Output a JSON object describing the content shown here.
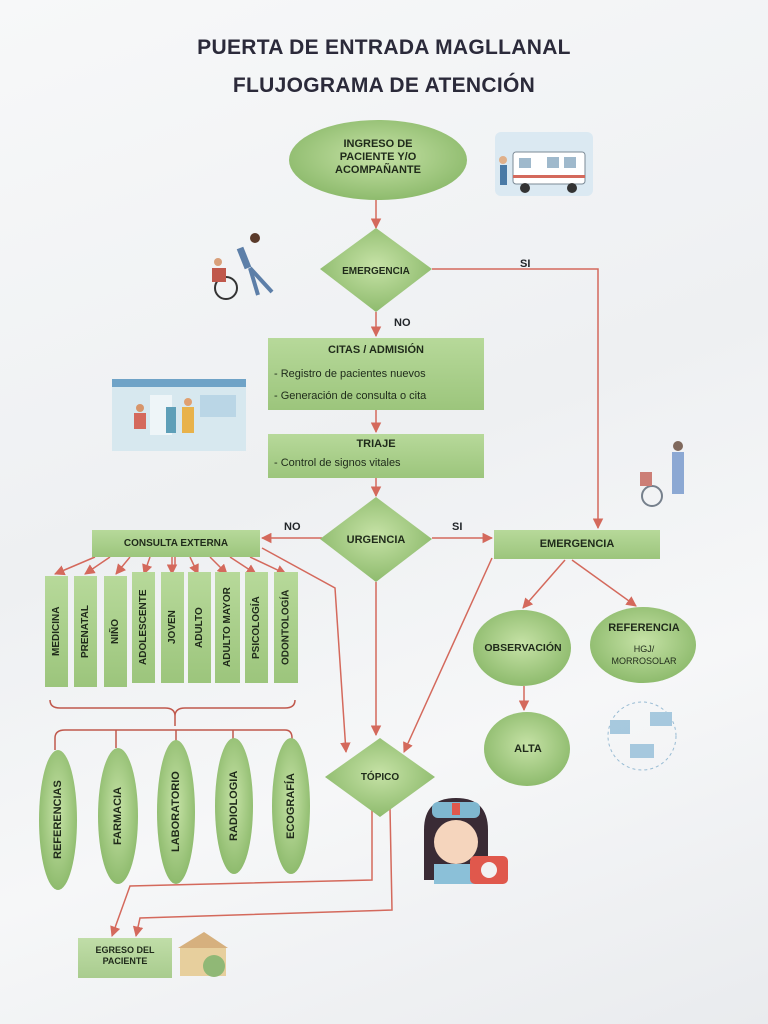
{
  "title": {
    "line1": "PUERTA DE ENTRADA MAGLLANAL",
    "line2": "FLUJOGRAMA DE ATENCIÓN"
  },
  "nodes": {
    "ingreso": "INGRESO DE PACIENTE Y/O ACOMPAÑANTE",
    "emergencia_decision": "EMERGENCIA",
    "citas_title": "CITAS / ADMISIÓN",
    "citas_item1": "- Registro de pacientes nuevos",
    "citas_item2": "- Generación de consulta o cita",
    "triaje_title": "TRIAJE",
    "triaje_item1": "- Control de signos vitales",
    "urgencia_decision": "URGENCIA",
    "consulta_externa": "CONSULTA EXTERNA",
    "emergencia_box": "EMERGENCIA",
    "observacion": "OBSERVACIÓN",
    "referencia_title": "REFERENCIA",
    "referencia_sub": "HGJ/ MORROSOLAR",
    "alta": "ALTA",
    "topico": "TÓPICO",
    "egreso": "EGRESO DEL PACIENTE"
  },
  "specialties": [
    "MEDICINA",
    "PRENATAL",
    "NIÑO",
    "ADOLESCENTE",
    "JOVEN",
    "ADULTO",
    "ADULTO MAYOR",
    "PSICOLOGÍA",
    "ODONTOLOGÍA"
  ],
  "services": [
    "REFERENCIAS",
    "FARMACIA",
    "LABORATORIO",
    "RADIOLOGIA",
    "ECOGRAFÍA"
  ],
  "edge_labels": {
    "si_top": "SI",
    "no_top": "NO",
    "no_left": "NO",
    "si_right": "SI"
  },
  "colors": {
    "node_fill": "#a9cf8a",
    "node_dark": "#7fae60",
    "arrow": "#d4695c",
    "bracket": "#c0584c"
  }
}
